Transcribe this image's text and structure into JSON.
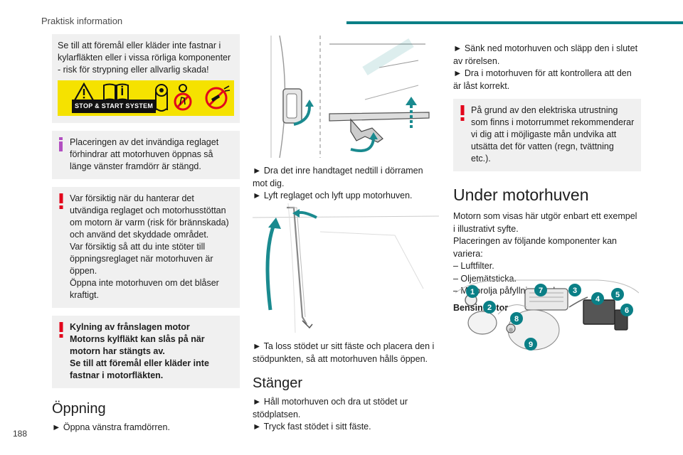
{
  "header": {
    "title": "Praktisk information"
  },
  "page_number": "188",
  "left": {
    "box1": {
      "text": "Se till att föremål eller kläder inte fastnar i kylarfläkten eller i vissa rörliga komponenter - risk för strypning eller allvarlig skada!",
      "panel_label": "STOP & START SYSTEM"
    },
    "info1": {
      "line1": "Placeringen av det invändiga reglaget",
      "line2": "förhindrar att motorhuven öppnas så",
      "line3": "länge vänster framdörr är stängd."
    },
    "warn1": {
      "line1": "Var försiktig när du hanterar det",
      "line2": "utvändiga reglaget och motorhusstöttan",
      "rest": "om motorn är varm (risk för brännskada) och använd det skyddade området.",
      "p2": "Var försiktig så att du inte stöter till öppningsreglaget när motorhuven är öppen.",
      "p3": "Öppna inte motorhuven om det blåser kraftigt."
    },
    "warn2": {
      "line1": "Kylning av frånslagen motor",
      "line2": "Motorns kylfläkt kan slås på när",
      "rest": "motorn har stängts av.",
      "p2": "Se till att föremål eller kläder inte fastnar i motorfläkten."
    },
    "opening": {
      "heading": "Öppning",
      "step": "► Öppna vänstra framdörren."
    }
  },
  "mid": {
    "step1": "► Dra det inre handtaget nedtill i dörramen mot dig.",
    "step2": "► Lyft reglaget och lyft upp motorhuven.",
    "step3": "► Ta loss stödet ur sitt fäste och placera den i stödpunkten, så att motorhuven hålls öppen.",
    "closing": {
      "heading": "Stänger",
      "step1": "► Håll motorhuven och dra ut stödet ur stödplatsen.",
      "step2": "► Tryck fast stödet i sitt fäste."
    }
  },
  "right": {
    "step1": "► Sänk ned motorhuven och släpp den i slutet av rörelsen.",
    "step2": "► Dra i motorhuven för att kontrollera att den är låst korrekt.",
    "warn": {
      "line1": "På grund av den elektriska utrustning",
      "line2": "som finns i motorrummet rekommenderar",
      "rest": "vi dig att i möjligaste mån undvika att utsätta det för vatten (regn, tvättning etc.)."
    },
    "section": {
      "heading": "Under motorhuven",
      "intro": "Motorn som visas här utgör enbart ett exempel i illustrativt syfte.",
      "intro2": "Placeringen av följande komponenter kan variera:",
      "items": [
        "– Luftfilter.",
        "– Oljemätsticka.",
        "– Motorolja påfyllningslock."
      ],
      "subheading": "Bensinmotor",
      "callouts": [
        "1",
        "2",
        "3",
        "4",
        "5",
        "6",
        "7",
        "8",
        "9"
      ]
    }
  },
  "colors": {
    "accent": "#0a7f86",
    "warn": "#e2051b",
    "info": "#b24fc1",
    "box_bg": "#f0f0f0",
    "panel": "#f5e200",
    "callout": "#0a7f86"
  }
}
